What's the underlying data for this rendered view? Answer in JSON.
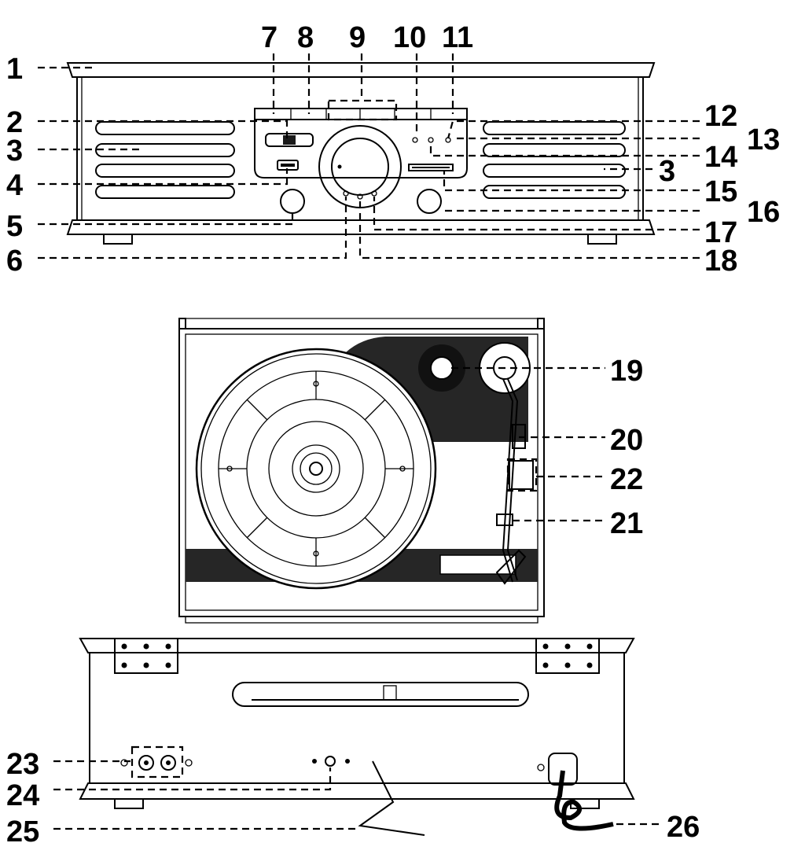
{
  "callouts": {
    "c1": "1",
    "c2": "2",
    "c3a": "3",
    "c3b": "3",
    "c4": "4",
    "c5": "5",
    "c6": "6",
    "c7": "7",
    "c8": "8",
    "c9": "9",
    "c10": "10",
    "c11": "11",
    "c12": "12",
    "c13": "13",
    "c14": "14",
    "c15": "15",
    "c16": "16",
    "c17": "17",
    "c18": "18",
    "c19": "19",
    "c20": "20",
    "c21": "21",
    "c22": "22",
    "c23": "23",
    "c24": "24",
    "c25": "25",
    "c26": "26"
  },
  "colors": {
    "ink": "#000000",
    "dark_fill": "#1a1a1a",
    "background": "#ffffff"
  }
}
